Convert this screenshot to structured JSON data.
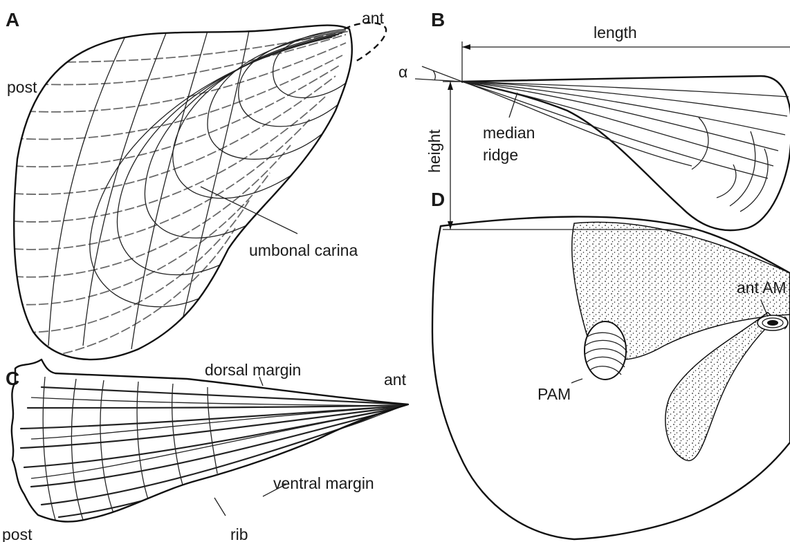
{
  "panels": [
    {
      "letter": "A",
      "labels": {
        "ant": "ant",
        "post": "post",
        "carina": "umbonal carina"
      }
    },
    {
      "letter": "B",
      "labels": {
        "length": "length",
        "height": "height",
        "alpha": "α",
        "ridge1": "median",
        "ridge2": "ridge"
      }
    },
    {
      "letter": "C",
      "labels": {
        "dorsal": "dorsal margin",
        "ant": "ant",
        "ventral": "ventral margin",
        "post": "post",
        "rib": "rib"
      }
    },
    {
      "letter": "D",
      "labels": {
        "antam": "ant AM",
        "pam": "PAM"
      }
    }
  ],
  "colors": {
    "ink": "#111111",
    "hatch": "#6a6a6a",
    "background": "#ffffff"
  }
}
